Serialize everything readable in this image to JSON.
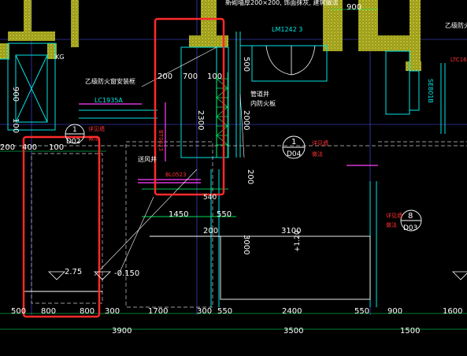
{
  "labels": {
    "top_note": "新砌墙厚200×200, 饰面抹灰, 建筑做法",
    "lm_label": "LM1242 3",
    "kg": "KG",
    "fire_door_a": "乙级防火窗安装框",
    "fire_door_b": "乙级防火门",
    "lc_a": "LC1935A",
    "ltc": "LTC16",
    "lc_side": "SE801B",
    "pipe_well": "管道井",
    "pipe_well2": "内防火板",
    "wind_well": "送风井",
    "lc_small": "BL0523",
    "lc_vertical": "BT0623",
    "callout_1": "1",
    "callout_1_ref": "D04",
    "callout_8": "8",
    "callout_8_ref": "D03",
    "callout_left_ref": "D02",
    "callout_left_num": "1",
    "red_note_1": "详见墙",
    "red_note_2": "详见墙",
    "red_note_3": "详见墙",
    "red_note_4": "做法",
    "red_note_5": "做法",
    "red_note_6": "做法",
    "elev_275": "2.75",
    "elev_0150": "-0.150",
    "elev_120": "+1.20"
  },
  "dims": {
    "d900_top": "900",
    "d200_a": "200",
    "d700": "700",
    "d100_a": "100",
    "d2300": "2300",
    "d500": "500",
    "d2000": "2000",
    "d900_l": "900",
    "d100_l": "100",
    "d200_l": "200",
    "d400_l": "400",
    "d100_l2": "100",
    "d200_mid": "200",
    "d540": "540",
    "d1450": "1450",
    "d550_m": "550",
    "d200_m2": "200",
    "d3100": "3100",
    "d3000": "3000",
    "b500": "500",
    "b800a": "800",
    "b800b": "800",
    "b300": "300",
    "b1700": "1700",
    "b300b": "300",
    "b550": "550",
    "b2400": "2400",
    "b550b": "550",
    "b900": "900",
    "b1600": "1600",
    "c3900": "3900",
    "c3500": "3500",
    "c1500": "1500"
  },
  "colors": {
    "highlight": "#ff2a2a",
    "wall_yellow": "#e8e832",
    "cyan": "#00e5e5",
    "magenta": "#ff40ff",
    "green": "#00ff66"
  }
}
